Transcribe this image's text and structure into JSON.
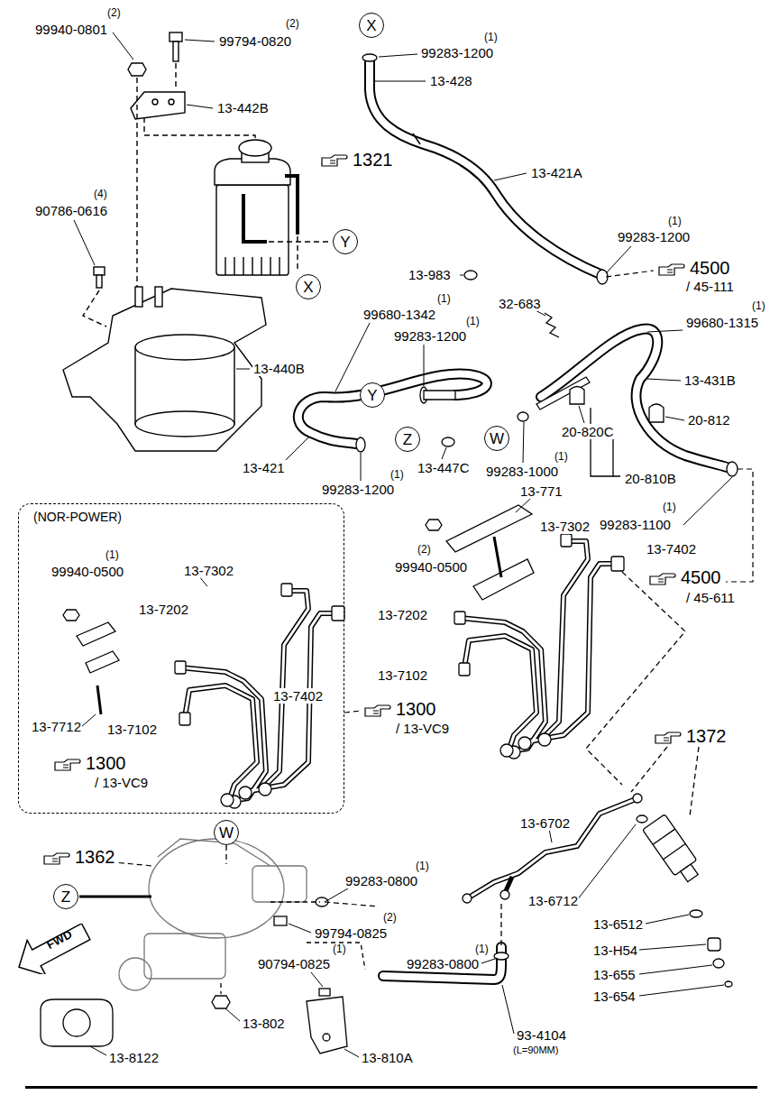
{
  "diagram": {
    "nodes": [
      {
        "text": [
          "X"
        ]
      },
      {
        "text": [
          "Y"
        ]
      },
      {
        "text": [
          "X"
        ]
      },
      {
        "text": [
          "Y"
        ]
      },
      {
        "text": [
          "Z"
        ]
      },
      {
        "text": [
          "W"
        ]
      },
      {
        "text": [
          "(NOR-POWER)"
        ]
      },
      {
        "text": [
          "W"
        ]
      },
      {
        "text": [
          "Z"
        ]
      },
      {
        "text": [
          "FWD"
        ]
      }
    ],
    "labels": [
      "(2)",
      "99940-0801",
      "(2)",
      "99794-0820",
      "(1)",
      "99283-1200",
      "13-428",
      "13-442B",
      "1321",
      "13-421A",
      "(4)",
      "90786-0616",
      "(1)",
      "99283-1200",
      "4500",
      "/ 45-111",
      "13-983",
      "(1)",
      "99680-1342",
      "32-683",
      "(1)",
      "99680-1315",
      "(1)",
      "99283-1200",
      "13-440B",
      "13-431B",
      "20-812",
      "20-820C",
      "(1)",
      "13-421",
      "13-447C",
      "99283-1000",
      "(1)",
      "20-810B",
      "99283-1200",
      "13-771",
      "(1)",
      "99283-1100",
      "13-7302",
      "(1)",
      "(2)",
      "13-7402",
      "99940-0500",
      "13-7302",
      "99940-0500",
      "4500",
      "/ 45-611",
      "13-7202",
      "13-7202",
      "13-7102",
      "13-7402",
      "1300",
      "/ 13-VC9",
      "13-7712",
      "13-7102",
      "1300",
      "/ 13-VC9",
      "1372",
      "13-6702",
      "1362",
      "(1)",
      "99283-0800",
      "13-6712",
      "(2)",
      "99794-0825",
      "13-6512",
      "(1)",
      "(1)",
      "13-H54",
      "90794-0825",
      "99283-0800",
      "13-655",
      "13-654",
      "13-802",
      "93-4104",
      "(L=90MM)",
      "13-8122",
      "13-810A"
    ]
  }
}
